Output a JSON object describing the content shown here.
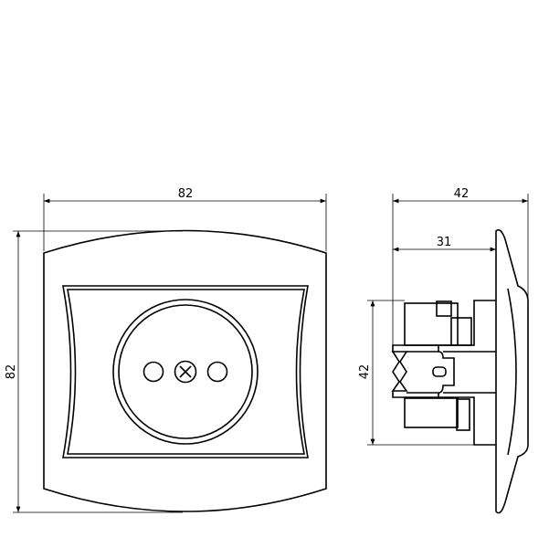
{
  "front_view": {
    "width_label": "82",
    "height_label": "82"
  },
  "side_view": {
    "depth_total_label": "42",
    "depth_body_label": "31",
    "body_height_label": "42"
  },
  "colors": {
    "line": "#000000",
    "background": "#ffffff"
  }
}
